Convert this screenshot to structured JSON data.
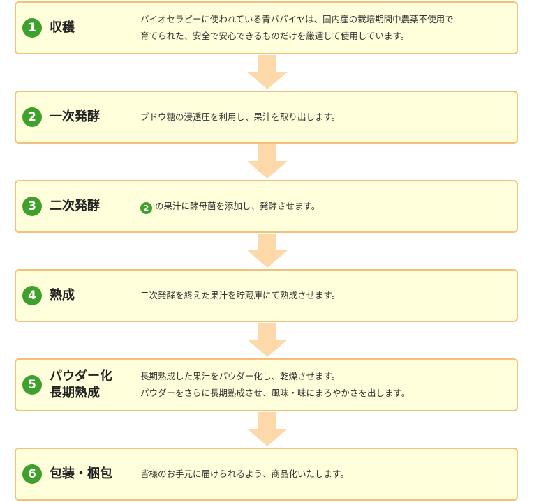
{
  "colors": {
    "box_fill": "#ffffdc",
    "box_border": "#f2c27c",
    "badge": "#3fa12c",
    "arrow": "#fdd8a8"
  },
  "steps": [
    {
      "number": "1",
      "title_lines": [
        "収穫"
      ],
      "desc_lines": [
        "バイオセラピーに使われている青パパイヤは、国内産の栽培期間中農薬不使用で",
        "育てられた、安全で安心できるものだけを厳選して使用しています。"
      ]
    },
    {
      "number": "2",
      "title_lines": [
        "一次発酵"
      ],
      "desc_lines": [
        "ブドウ糖の浸透圧を利用し、果汁を取り出します。"
      ]
    },
    {
      "number": "3",
      "title_lines": [
        "二次発酵"
      ],
      "desc_ref": "2",
      "desc_lines": [
        "の果汁に酵母菌を添加し、発酵させます。"
      ]
    },
    {
      "number": "4",
      "title_lines": [
        "熟成"
      ],
      "desc_lines": [
        "二次発酵を終えた果汁を貯蔵庫にて熟成させます。"
      ]
    },
    {
      "number": "5",
      "title_lines": [
        "パウダー化",
        "長期熟成"
      ],
      "desc_lines": [
        "長期熟成した果汁をパウダー化し、乾燥させます。",
        "パウダーをさらに長期熟成させ、風味・味にまろやかさを出します。"
      ]
    },
    {
      "number": "6",
      "title_lines": [
        "包装・梱包"
      ],
      "desc_lines": [
        "皆様のお手元に届けられるよう、商品化いたします。"
      ]
    }
  ]
}
